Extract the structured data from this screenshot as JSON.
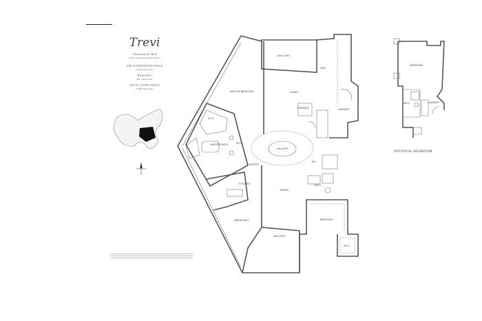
{
  "plan": {
    "name": "Trevi",
    "type": "3 Bedroom/2½ Bath",
    "option": "(with 3 Bedroom/3 Bath Option)",
    "ac_space_label": "AIR CONDITIONED SPACE",
    "ac_space_value": "2,135 Square Feet",
    "balcony_label": "BALCONY",
    "balcony_value": "301 Square Feet",
    "total_label": "TOTAL LIVING SPACE",
    "total_value": "2,436 Square Feet"
  },
  "rooms": {
    "balcony_top": "BALCONY",
    "den": "DEN",
    "living": "LIVING",
    "master_bedroom": "MASTER BEDROOM",
    "wic_1": "W.I.C.",
    "wic_2": "W.I.C.",
    "master_bath": "MASTER BATH",
    "gallery": "GALLERY",
    "pantry": "PANTRY",
    "kitchen": "KITCHEN",
    "dining": "DINING",
    "breakfast": "BREAKFAST",
    "balcony_bottom": "BALCONY",
    "bedroom": "BEDROOM",
    "wic_3": "W.I.C.",
    "laundry": "LAUNDRY",
    "powder": "POWDER",
    "ac": "A/C",
    "bath": "BATH"
  },
  "optional": {
    "caption": "OPTIONAL BEDROOM",
    "bedroom": "BEDROOM",
    "bath": "BATH",
    "laundry": "LAUNDRY"
  }
}
